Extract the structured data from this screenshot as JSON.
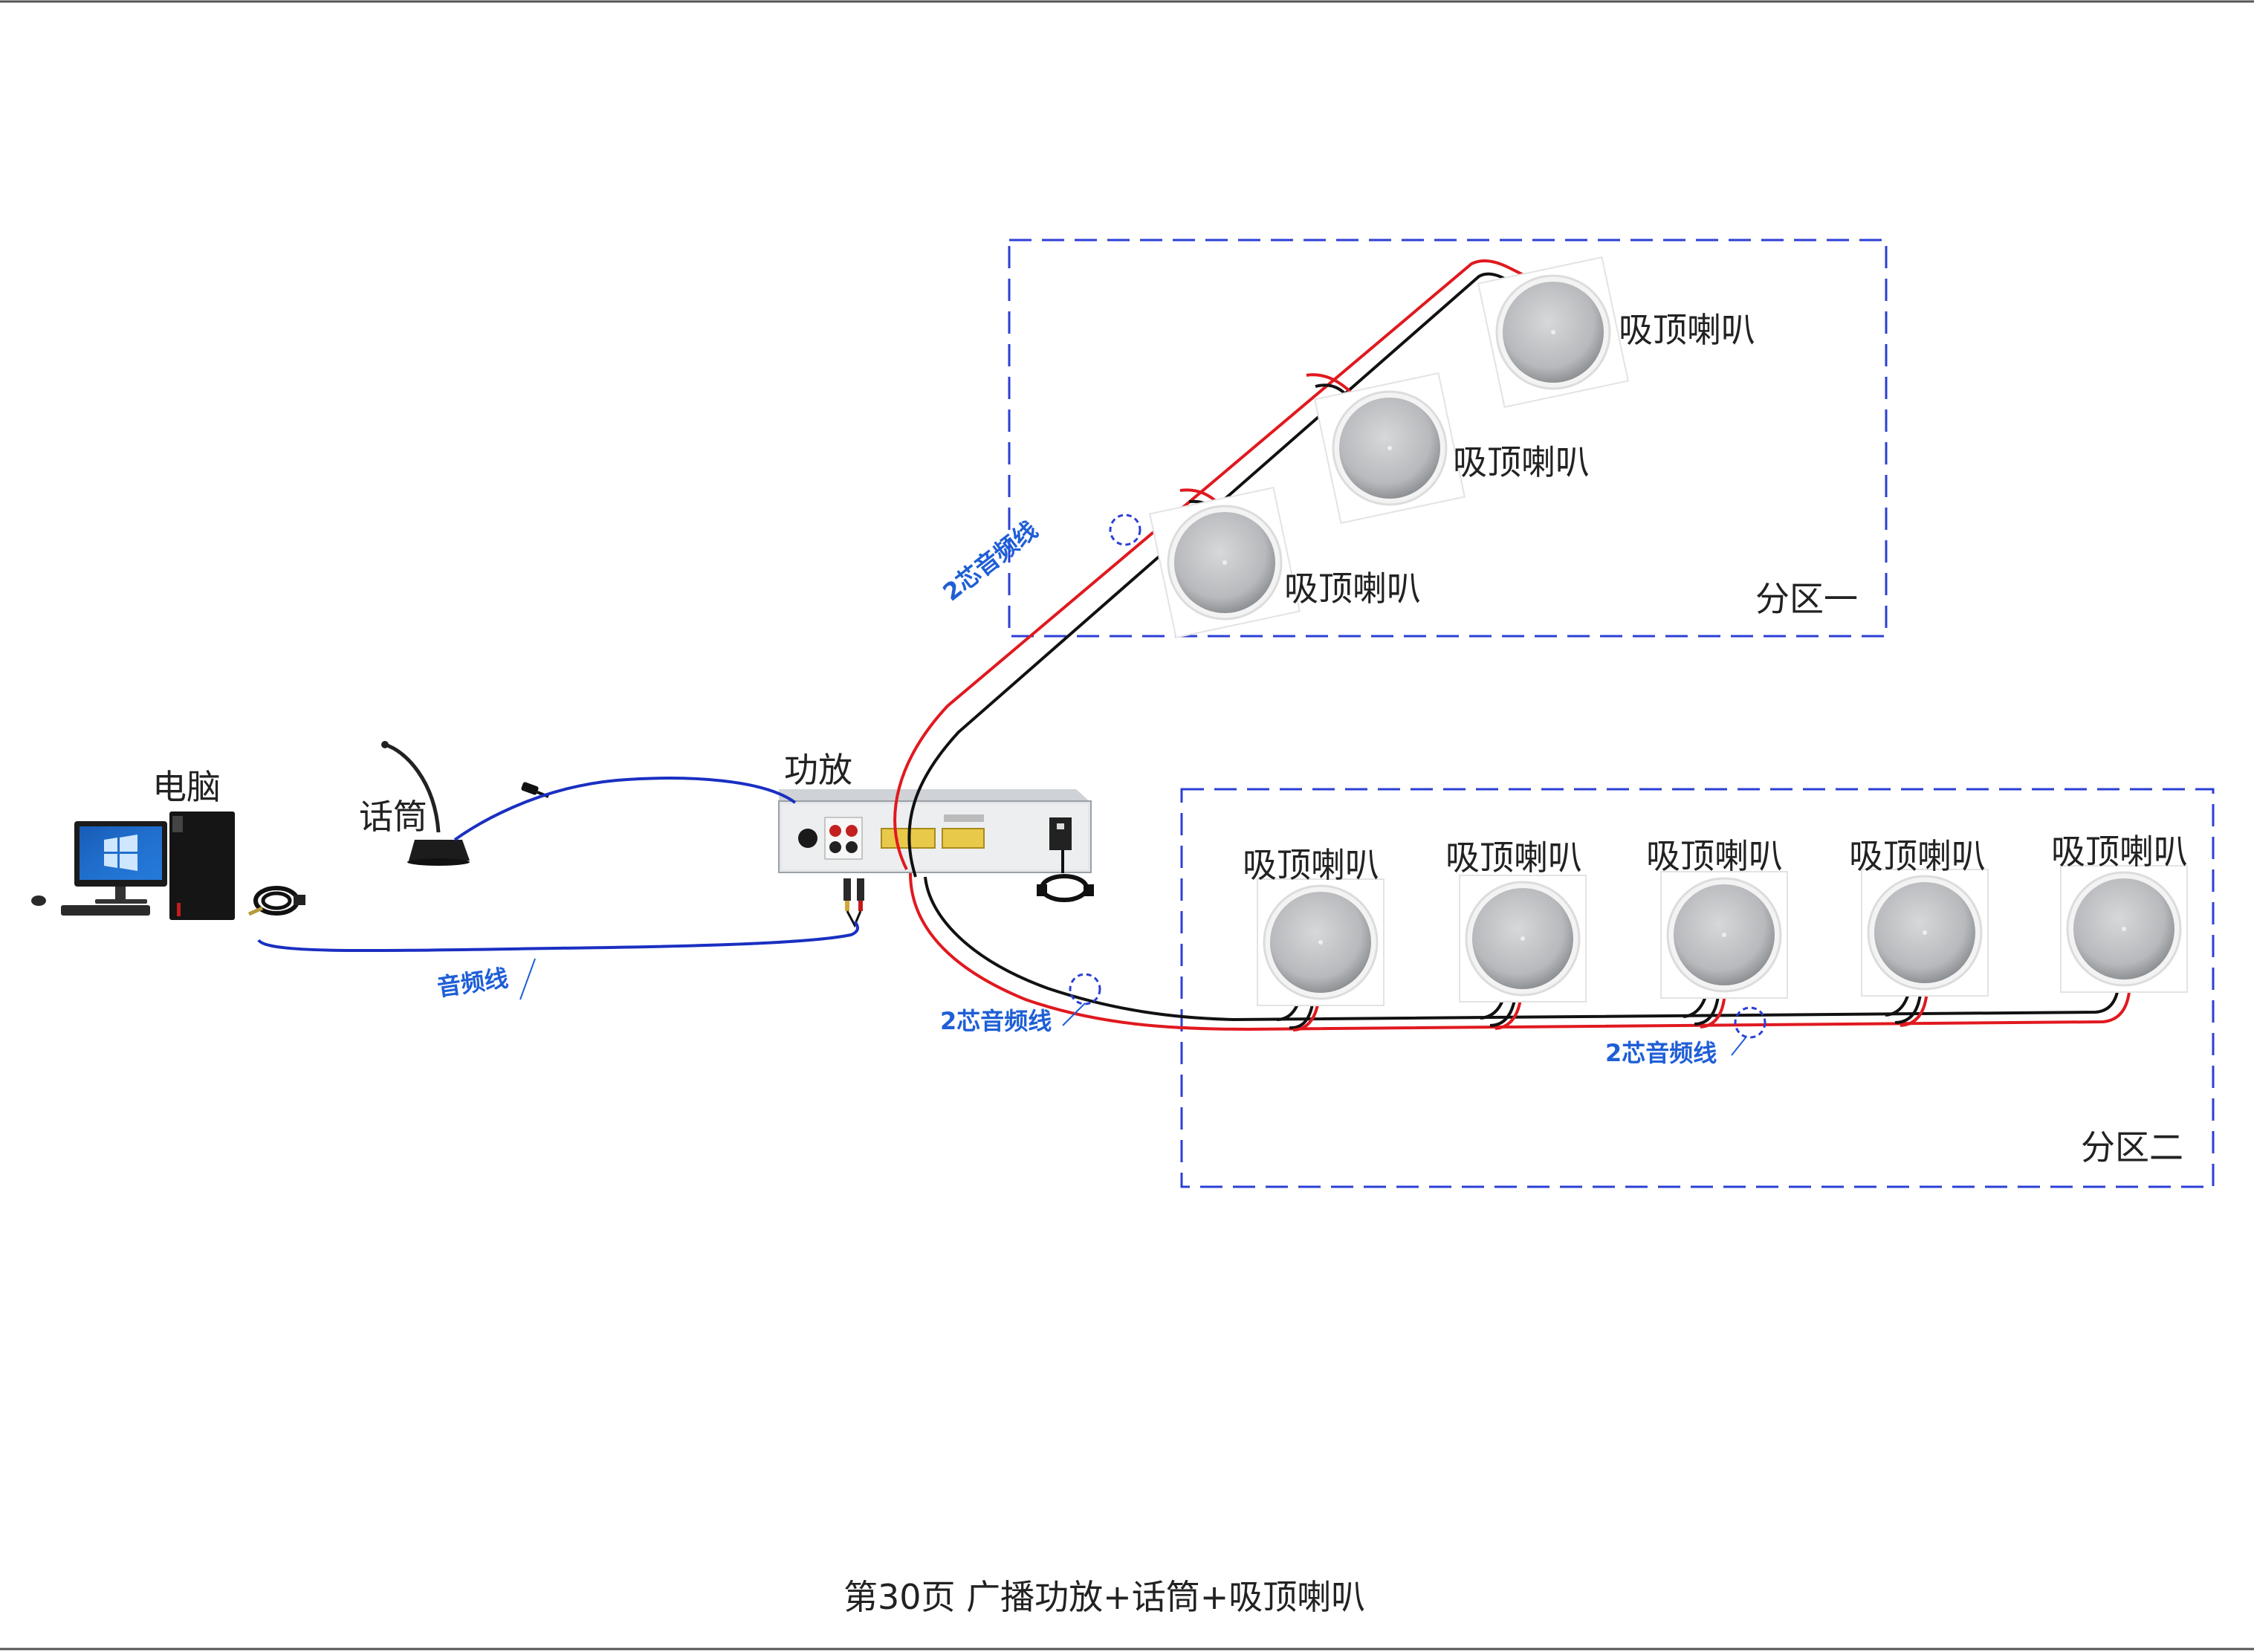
{
  "page": {
    "caption": "第30页  广播功放+话筒+吸顶喇叭"
  },
  "devices": {
    "computer": "电脑",
    "microphone": "话筒",
    "amplifier": "功放"
  },
  "zones": [
    {
      "label": "分区一",
      "speaker_labels": [
        "吸顶喇叭",
        "吸顶喇叭",
        "吸顶喇叭"
      ]
    },
    {
      "label": "分区二",
      "speaker_labels": [
        "吸顶喇叭",
        "吸顶喇叭",
        "吸顶喇叭",
        "吸顶喇叭",
        "吸顶喇叭"
      ]
    }
  ],
  "cables": {
    "audio_line": "音频线",
    "two_core_zone1": "2芯音频线",
    "two_core_zone2_a": "2芯音频线",
    "two_core_zone2_b": "2芯音频线"
  },
  "colors": {
    "zone_border": "#2b3fd6",
    "wire_red": "#e0191f",
    "wire_black": "#111111",
    "audio_cable_blue": "#1a2fc2",
    "cable_label": "#1f5fd6",
    "marker_circle": "#2b3fd6"
  }
}
